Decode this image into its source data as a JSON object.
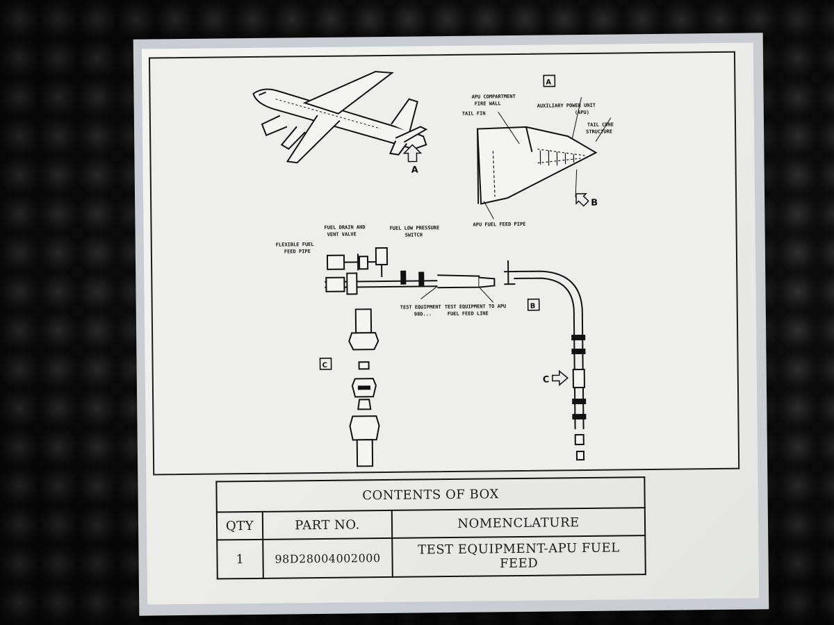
{
  "diagram": {
    "view_labels": {
      "a_box": "A",
      "a_arrow": "A",
      "b_box": "B",
      "b_arrow": "B",
      "c_box": "C",
      "c_arrow": "C"
    },
    "callouts": {
      "tail_fin": "TAIL FIN",
      "apu_compartment_fire_wall": [
        "APU COMPARTMENT",
        "FIRE WALL"
      ],
      "auxiliary_power_unit_apu": [
        "AUXILIARY POWER UNIT",
        "(APU)"
      ],
      "tail_cone_structure": [
        "TAIL CONE",
        "STRUCTURE"
      ],
      "apu_fuel_feed_pipe": "APU FUEL FEED PIPE",
      "flexible_fuel_feed_pipe": [
        "FLEXIBLE FUEL",
        "FEED PIPE"
      ],
      "fuel_drain_and_vent_valve": [
        "FUEL DRAIN AND",
        "VENT VALVE"
      ],
      "fuel_low_pressure_switch": [
        "FUEL LOW PRESSURE",
        "SWITCH"
      ],
      "test_equipment_line": [
        "TEST EQUIPMENT",
        "98D..."
      ],
      "feed_line_text": [
        "TEST EQUIPMENT TO APU",
        "FUEL FEED LINE"
      ]
    }
  },
  "contents": {
    "title": "CONTENTS OF BOX",
    "headers": [
      "QTY",
      "PART NO.",
      "NOMENCLATURE"
    ],
    "rows": [
      {
        "qty": "1",
        "part_no": "98D28004002000",
        "nomenclature_line1": "TEST EQUIPMENT-APU FUEL",
        "nomenclature_line2": "FEED"
      }
    ]
  }
}
